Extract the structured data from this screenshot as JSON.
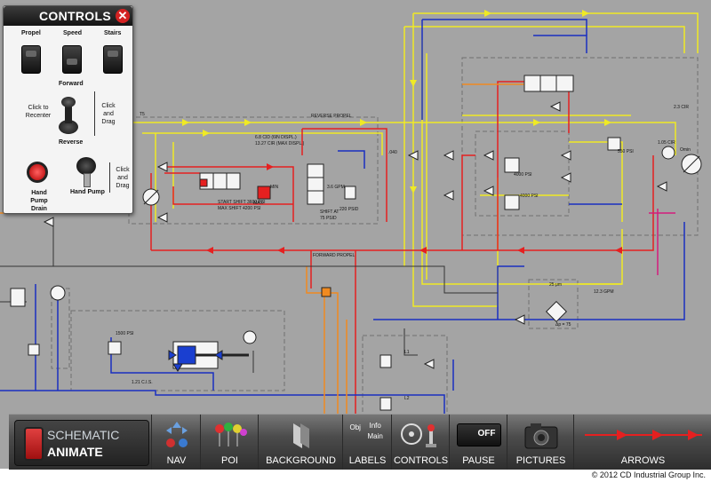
{
  "controls": {
    "title": "CONTROLS",
    "propel": "Propel",
    "speed": "Speed",
    "stairs": "Stairs",
    "forward": "Forward",
    "reverse": "Reverse",
    "click_to_recenter": "Click to Recenter",
    "click_and_drag_1": "Click and Drag",
    "click_and_drag_2": "Click and Drag",
    "hand_pump_drain": "Hand Pump Drain",
    "hand_pump": "Hand Pump"
  },
  "schematic_labels": {
    "reverse_propel": "REVERSE PROPEL",
    "forward_propel": "FORWARD PROPEL",
    "flow_a": "6.8 CID (6IN DISPL.)",
    "flow_b": "13.27 CIR (MAX DISPL.)",
    "start_shift": "START SHIFT 3600 PSI",
    "max_shift": "MAX SHIFT 4200 PSI",
    "shift_at": "SHIFT AT",
    "psi_75": "75 PSID",
    "gpm_36": "3.6 GPM",
    "psid_220": "220 PSID",
    "psi_4000a": "4000 PSI",
    "psi_4000b": "4000 PSI",
    "psi_550": "550 PSI",
    "gpm_14": "1.05 CIR",
    "cir_23": "2.3 CIR",
    "gpm_123": "12.3 GPM",
    "um_25": "25 μm",
    "delta_p": "Δp = 75",
    "psi_1500": "1500 PSI",
    "cir_121": "1.21 C.I.S.",
    "psi_40": ".040",
    "port_l1": "L1",
    "port_l2": "L2",
    "port_t5": "T5",
    "max": "MAX",
    "min": "MIN",
    "omin": "Omin"
  },
  "toolbar": {
    "mode_line1": "SCHEMATIC",
    "mode_line2": "ANIMATE",
    "nav": "NAV",
    "poi": "POI",
    "background": "BACKGROUND",
    "labels": "LABELS",
    "controls": "CONTROLS",
    "pause": "PAUSE",
    "pause_switch": "OFF",
    "pictures": "PICTURES",
    "arrows": "ARROWS",
    "labels_icon_1": "Obj",
    "labels_icon_2": "Info",
    "labels_icon_3": "Main"
  },
  "copyright": "© 2012 CD Industrial Group Inc.",
  "colors": {
    "background": "#a4a4a4",
    "pressure": "#e52020",
    "pilot": "#f0f020",
    "drain": "#1a2fc0",
    "charge": "#f08a20",
    "accent": "#d41c7c"
  }
}
